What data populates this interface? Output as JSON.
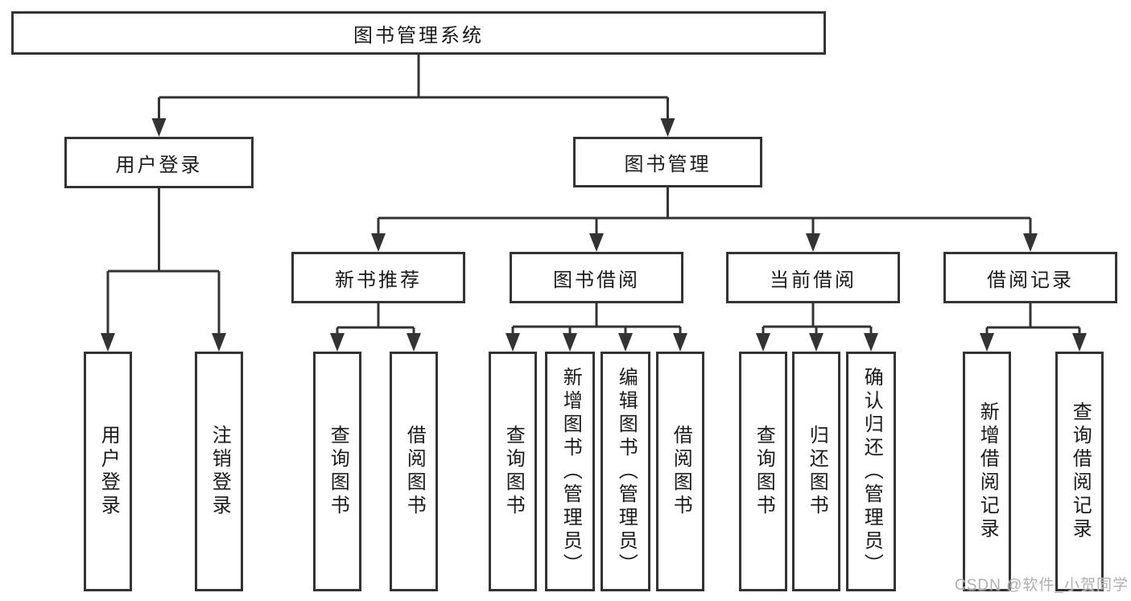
{
  "diagram_type": "feature-tree",
  "colors": {
    "line": "#333333",
    "box_border": "#333333",
    "text": "#1a1a1a",
    "watermark": "#b0b0b0",
    "background": "#ffffff"
  },
  "tree": {
    "label": "图书管理系统",
    "children": [
      {
        "label": "用户登录",
        "children": [
          {
            "label": "用户登录"
          },
          {
            "label": "注销登录"
          }
        ]
      },
      {
        "label": "图书管理",
        "children": [
          {
            "label": "新书推荐",
            "children": [
              {
                "label": "查询图书"
              },
              {
                "label": "借阅图书"
              }
            ]
          },
          {
            "label": "图书借阅",
            "children": [
              {
                "label": "查询图书"
              },
              {
                "label": "新增图书（管理员）"
              },
              {
                "label": "编辑图书（管理员）"
              },
              {
                "label": "借阅图书"
              }
            ]
          },
          {
            "label": "当前借阅",
            "children": [
              {
                "label": "查询图书"
              },
              {
                "label": "归还图书"
              },
              {
                "label": "确认归还（管理员）"
              }
            ]
          },
          {
            "label": "借阅记录",
            "children": [
              {
                "label": "新增借阅记录"
              },
              {
                "label": "查询借阅记录"
              }
            ]
          }
        ]
      }
    ]
  },
  "watermark": {
    "text": "CSDN @软件_小贺同学"
  }
}
